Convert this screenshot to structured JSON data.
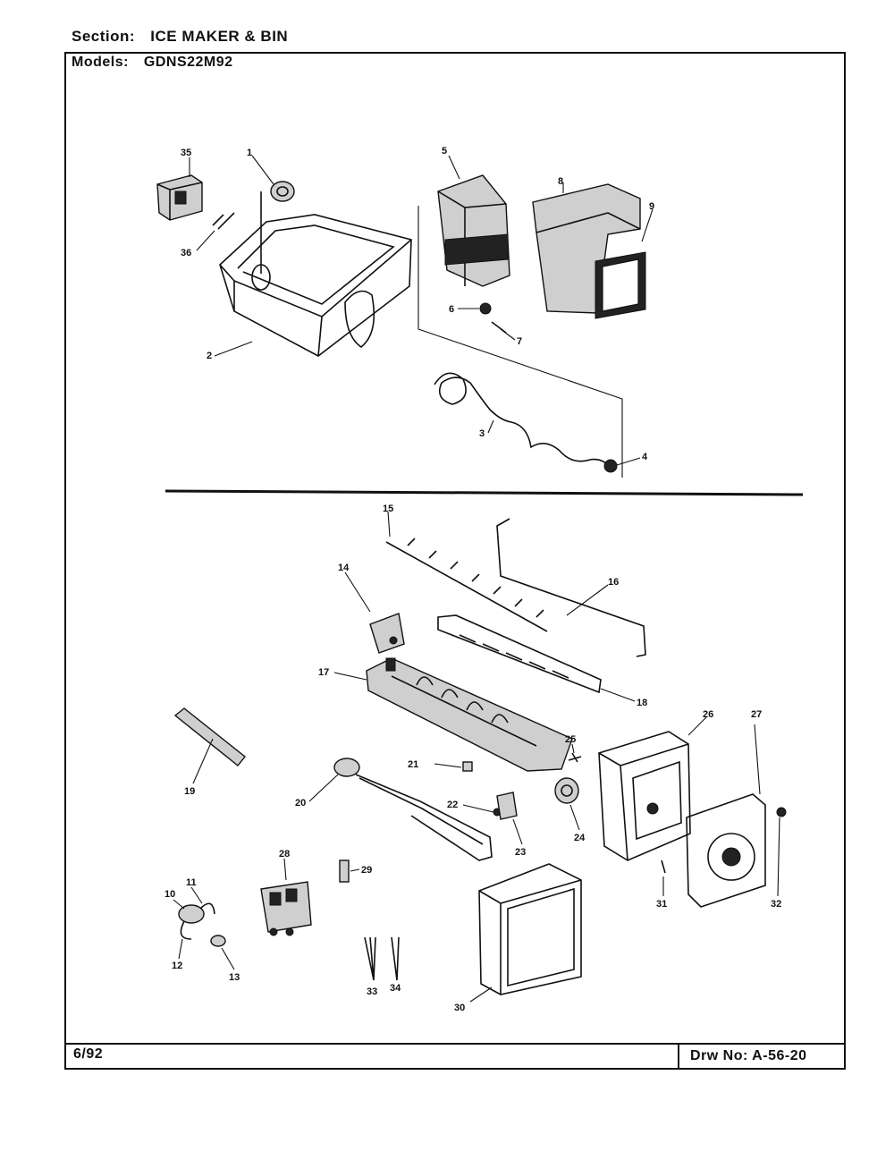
{
  "header": {
    "section_label": "Section:",
    "section_value": "ICE MAKER & BIN",
    "models_label": "Models:",
    "models_value": "GDNS22M92"
  },
  "footer": {
    "date": "6/92",
    "drawing_number": "Drw No: A-56-20"
  },
  "callouts": [
    "1",
    "2",
    "3",
    "4",
    "5",
    "6",
    "7",
    "8",
    "9",
    "10",
    "11",
    "12",
    "13",
    "14",
    "15",
    "16",
    "17",
    "18",
    "19",
    "20",
    "21",
    "22",
    "23",
    "24",
    "25",
    "26",
    "27",
    "28",
    "29",
    "30",
    "31",
    "32",
    "33",
    "34",
    "35",
    "36"
  ]
}
